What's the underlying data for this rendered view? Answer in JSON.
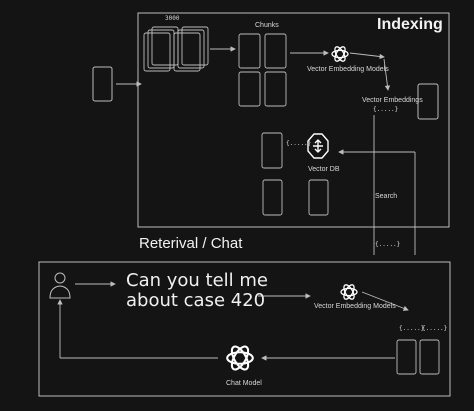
{
  "indexing": {
    "title": "Indexing",
    "doc_count": "3000",
    "chunks_label": "Chunks",
    "embed_label": "Vector Embedding Models",
    "embeddings_label": "Vector Embeddings",
    "embeddings_vec": "{.....}",
    "db_label": "Vector DB",
    "db_vec": "{.....}"
  },
  "retrieval": {
    "title": "Reterival / Chat",
    "search_label": "Search",
    "search_vec": "{.....}",
    "question_line1": "Can you tell me",
    "question_line2": "about case 420",
    "embed_label": "Vector Embedding Models",
    "results_vec_a": "{.....}",
    "results_vec_b": "{.....}",
    "chat_model_label": "Chat Model"
  },
  "icons": [
    "openai-logo-icon",
    "vector-db-icon",
    "user-icon"
  ],
  "colors": {
    "background": "#141414",
    "stroke": "#bdbdbd",
    "text": "#e6e6e6"
  }
}
